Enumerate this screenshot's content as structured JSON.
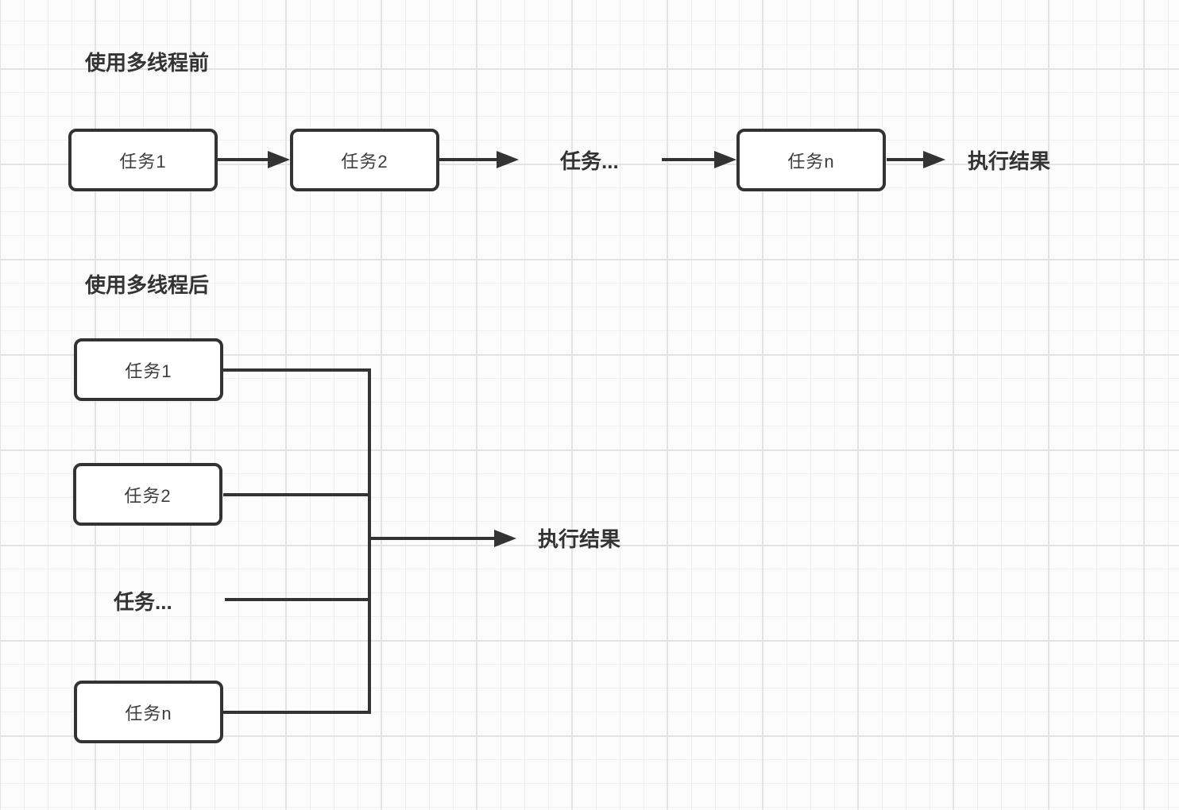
{
  "diagram": {
    "before": {
      "title": "使用多线程前",
      "task1": "任务1",
      "task2": "任务2",
      "task_more": "任务...",
      "taskn": "任务n",
      "result": "执行结果"
    },
    "after": {
      "title": "使用多线程后",
      "task1": "任务1",
      "task2": "任务2",
      "task_more": "任务...",
      "taskn": "任务n",
      "result": "执行结果"
    },
    "colors": {
      "stroke": "#333333",
      "text": "#3d3d3d",
      "box_fill": "#ffffff",
      "canvas_bg": "#fcfcfc",
      "grid_minor": "#efefef",
      "grid_major": "#e3e3e3"
    }
  }
}
